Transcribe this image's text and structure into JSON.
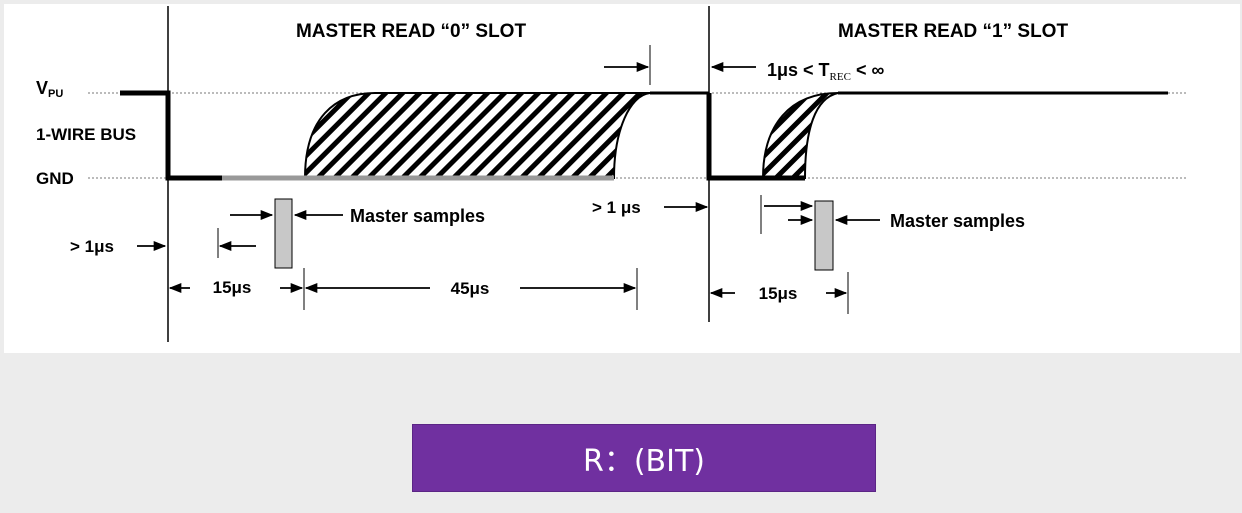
{
  "diagram": {
    "slot0_title": "MASTER READ “0” SLOT",
    "slot1_title": "MASTER READ “1” SLOT",
    "vpu_main": "V",
    "vpu_sub": "PU",
    "bus_label": "1-WIRE BUS",
    "gnd_label": "GND",
    "trec_prefix": "1μs < T",
    "trec_sub": "REC",
    "trec_suffix": " < ∞",
    "gt1us_left": "> 1μs",
    "gt1us_mid": "> 1 μs",
    "master_samples_0": "Master samples",
    "master_samples_1": "Master samples",
    "t15us_0": "15μs",
    "t45us": "45μs",
    "t15us_1": "15μs"
  },
  "caption": {
    "label": "R：(BIT)"
  }
}
